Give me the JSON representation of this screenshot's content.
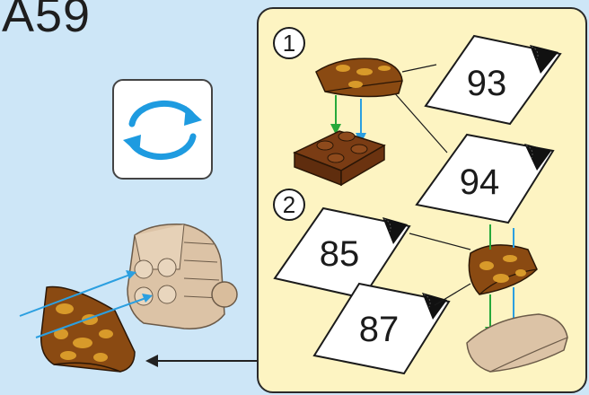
{
  "page": {
    "number": "A59"
  },
  "rotate": {
    "icon": "rotate-arrows-icon",
    "accent": "#1e9be0"
  },
  "steps": [
    {
      "label": "1",
      "cards": [
        "93",
        "94"
      ]
    },
    {
      "label": "2",
      "cards": [
        "85",
        "87"
      ]
    }
  ],
  "colors": {
    "background": "#cde6f7",
    "panel": "#fdf4c2",
    "brown_brick": "#7a3c14",
    "spotted_brick": "#8a4a12",
    "spots": "#d89a2a",
    "tan_brick": "#dcc3a6",
    "arrow_green": "#27a83a",
    "arrow_blue": "#2b9fe0"
  }
}
